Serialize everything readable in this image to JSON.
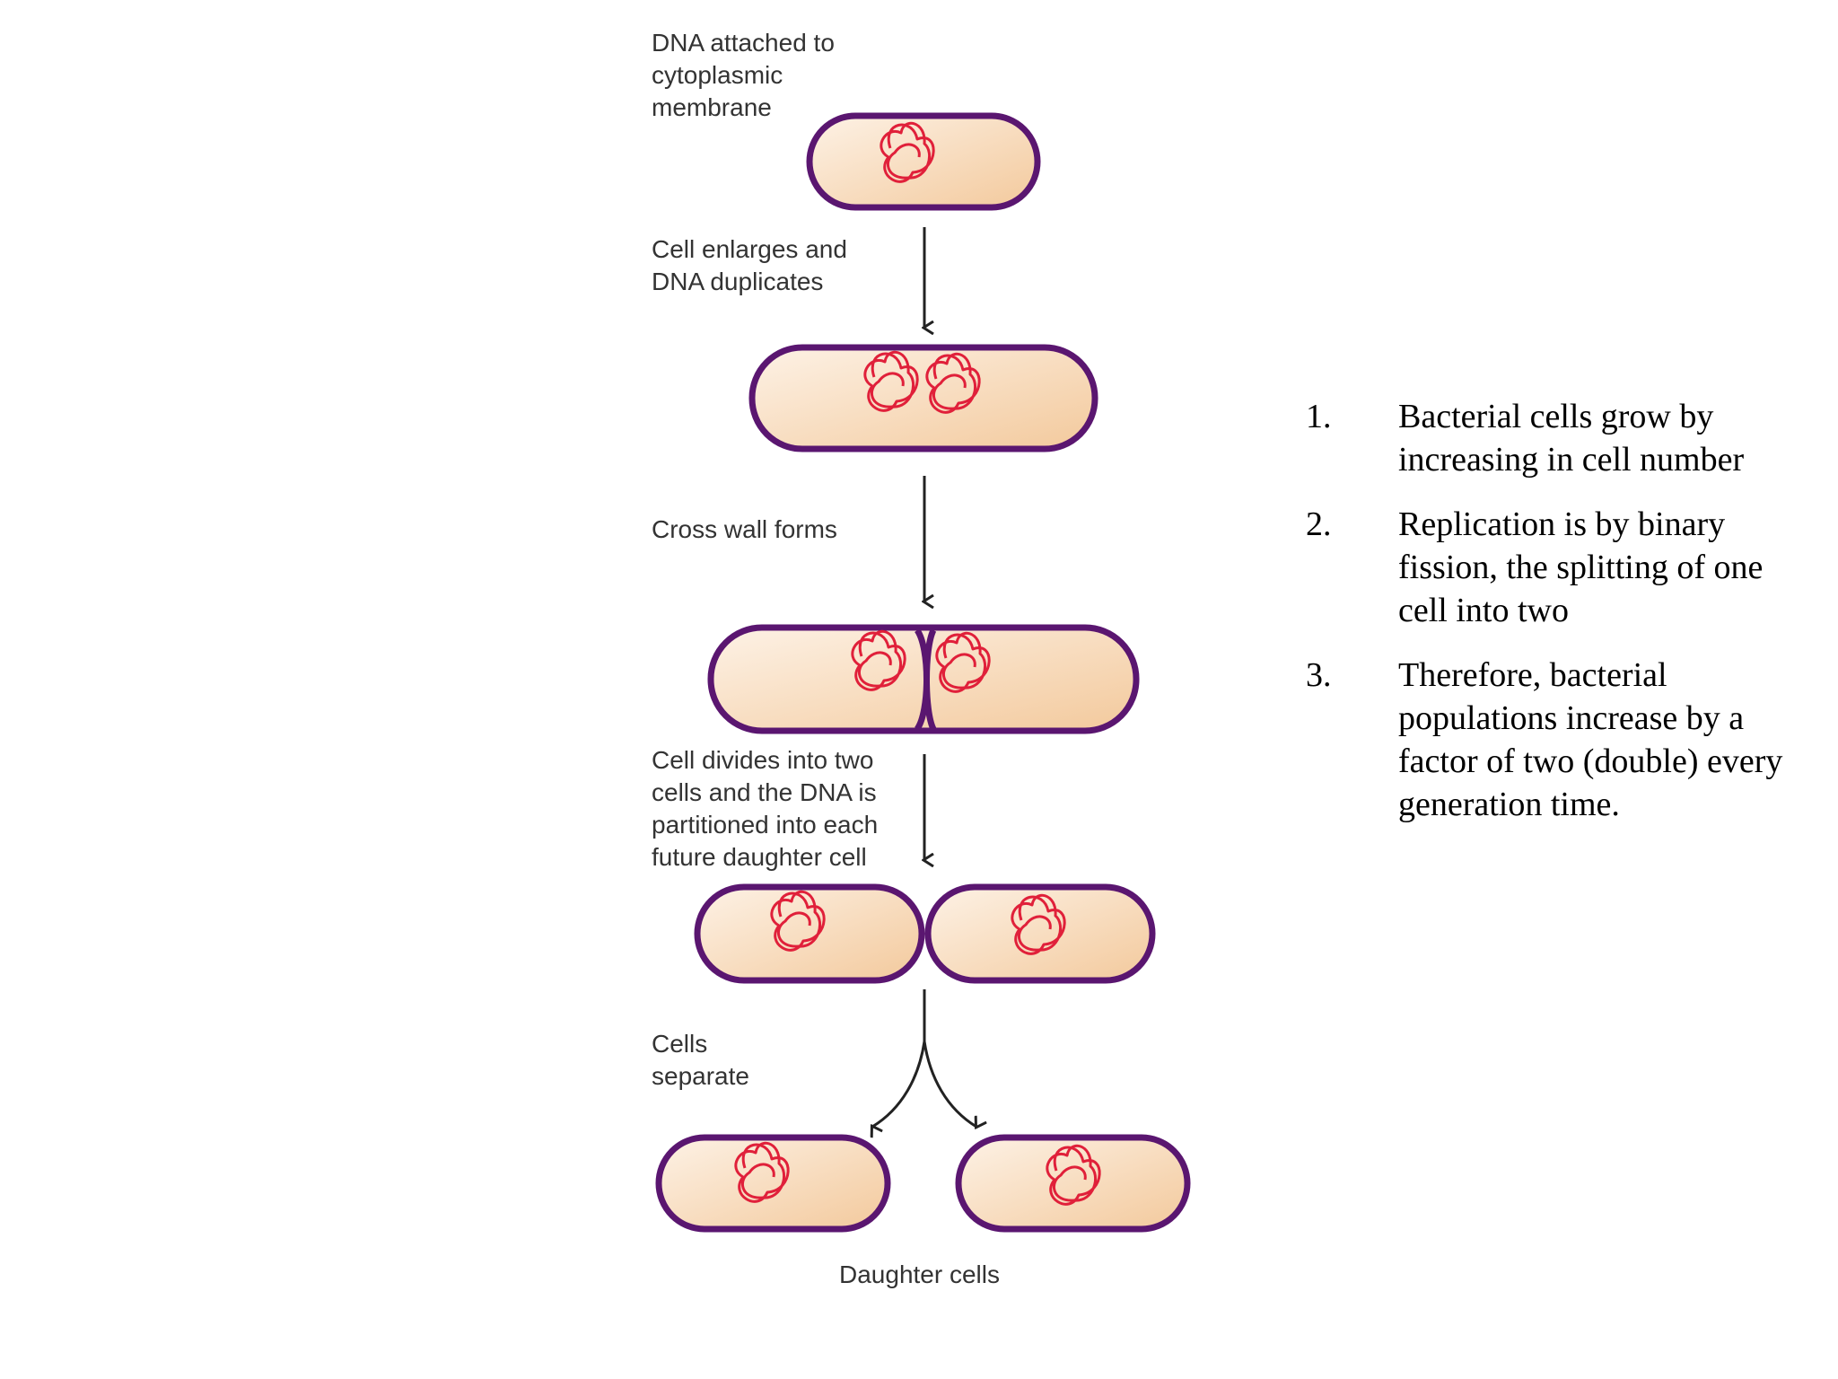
{
  "diagram": {
    "labels": {
      "dna_attached": "DNA attached to\ncytoplasmic\nmembrane",
      "cell_enlarges": "Cell enlarges and\nDNA duplicates",
      "cross_wall": "Cross wall forms",
      "cell_divides": "Cell divides into two\ncells and the DNA is\npartitioned into each\nfuture daughter cell",
      "cells_separate": "Cells\nseparate",
      "daughter_cells": "Daughter cells"
    },
    "colors": {
      "membrane": "#5a1670",
      "cytoplasm_light": "#fdf2e6",
      "cytoplasm_dark": "#f3c99c",
      "dna": "#e0203a",
      "arrow": "#222222",
      "label_text": "#333333"
    }
  },
  "points": [
    {
      "number": "1.",
      "text": "Bacterial cells grow by increasing in cell number"
    },
    {
      "number": "2.",
      "text": "Replication is by binary fission, the splitting of one cell into two"
    },
    {
      "number": "3.",
      "text": "Therefore, bacterial populations increase by a factor of two (double) every generation time."
    }
  ]
}
